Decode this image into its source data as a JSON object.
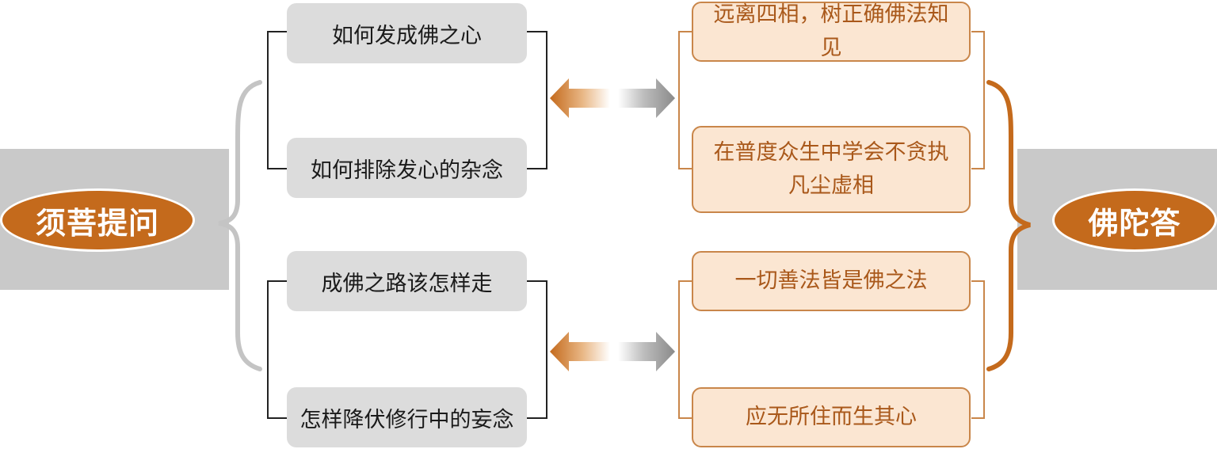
{
  "left_title": "须菩提问",
  "right_title": "佛陀答",
  "questions": [
    "如何发成佛之心",
    "如何排除发心的杂念",
    "成佛之路该怎样走",
    "怎样降伏修行中的妄念"
  ],
  "answers": [
    "远离四相，树正确佛法知见",
    "在普度众生中学会不贪执凡尘虚相",
    "一切善法皆是佛之法",
    "应无所住而生其心"
  ],
  "colors": {
    "accent_orange": "#c46a1c",
    "answer_fill": "#fbe6d2",
    "answer_border": "#c9864a",
    "question_fill": "#dcdcdc",
    "band_gray": "#c9c9c9"
  }
}
